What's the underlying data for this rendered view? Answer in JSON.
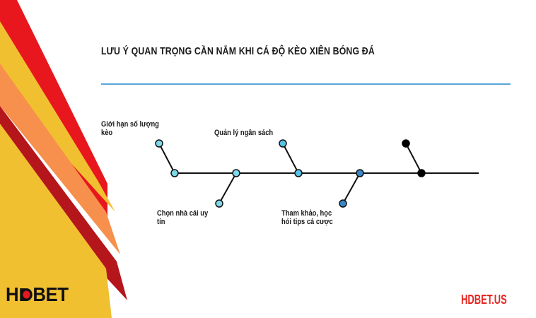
{
  "title": "LƯU Ý QUAN TRỌNG CẦN NẮM KHI CÁ ĐỘ KÈO XIÊN BÓNG ĐÁ",
  "brand": {
    "left_logo_a": "H",
    "left_logo_b": "BET",
    "right_logo": "HDBET.US"
  },
  "timeline": {
    "items": [
      {
        "label": "Giới hạn số lượng kèo",
        "side": "top",
        "color": "#7fd8e8"
      },
      {
        "label": "Chọn nhà cái uy tín",
        "side": "bottom",
        "color": "#7fd8e8"
      },
      {
        "label": "Quản lý ngân sách",
        "side": "top",
        "color": "#59c1e6"
      },
      {
        "label": "Tham khảo, học hỏi tips cá cược",
        "side": "bottom",
        "color": "#3a86c8"
      },
      {
        "label": "",
        "side": "top",
        "color": "#000000"
      }
    ]
  },
  "colors": {
    "red": "#e8171d",
    "yellow": "#f0c030",
    "orange": "#f7904d",
    "darkred": "#b5161b",
    "rule": "#5aa6d8"
  }
}
